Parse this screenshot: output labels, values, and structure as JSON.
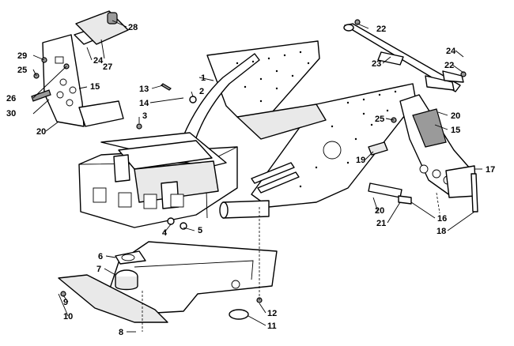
{
  "callouts": {
    "c1": "1",
    "c2": "2",
    "c3": "3",
    "c4": "4",
    "c5": "5",
    "c6": "6",
    "c7": "7",
    "c8": "8",
    "c9": "9",
    "c10": "10",
    "c11": "11",
    "c12": "12",
    "c13": "13",
    "c14": "14",
    "c15a": "15",
    "c15b": "15",
    "c16": "16",
    "c17": "17",
    "c18": "18",
    "c19": "19",
    "c20a": "20",
    "c20b": "20",
    "c20c": "20",
    "c21": "21",
    "c22a": "22",
    "c22b": "22",
    "c23": "23",
    "c24a": "24",
    "c24b": "24",
    "c25a": "25",
    "c25b": "25",
    "c26": "26",
    "c27": "27",
    "c28": "28",
    "c29": "29",
    "c30": "30"
  }
}
